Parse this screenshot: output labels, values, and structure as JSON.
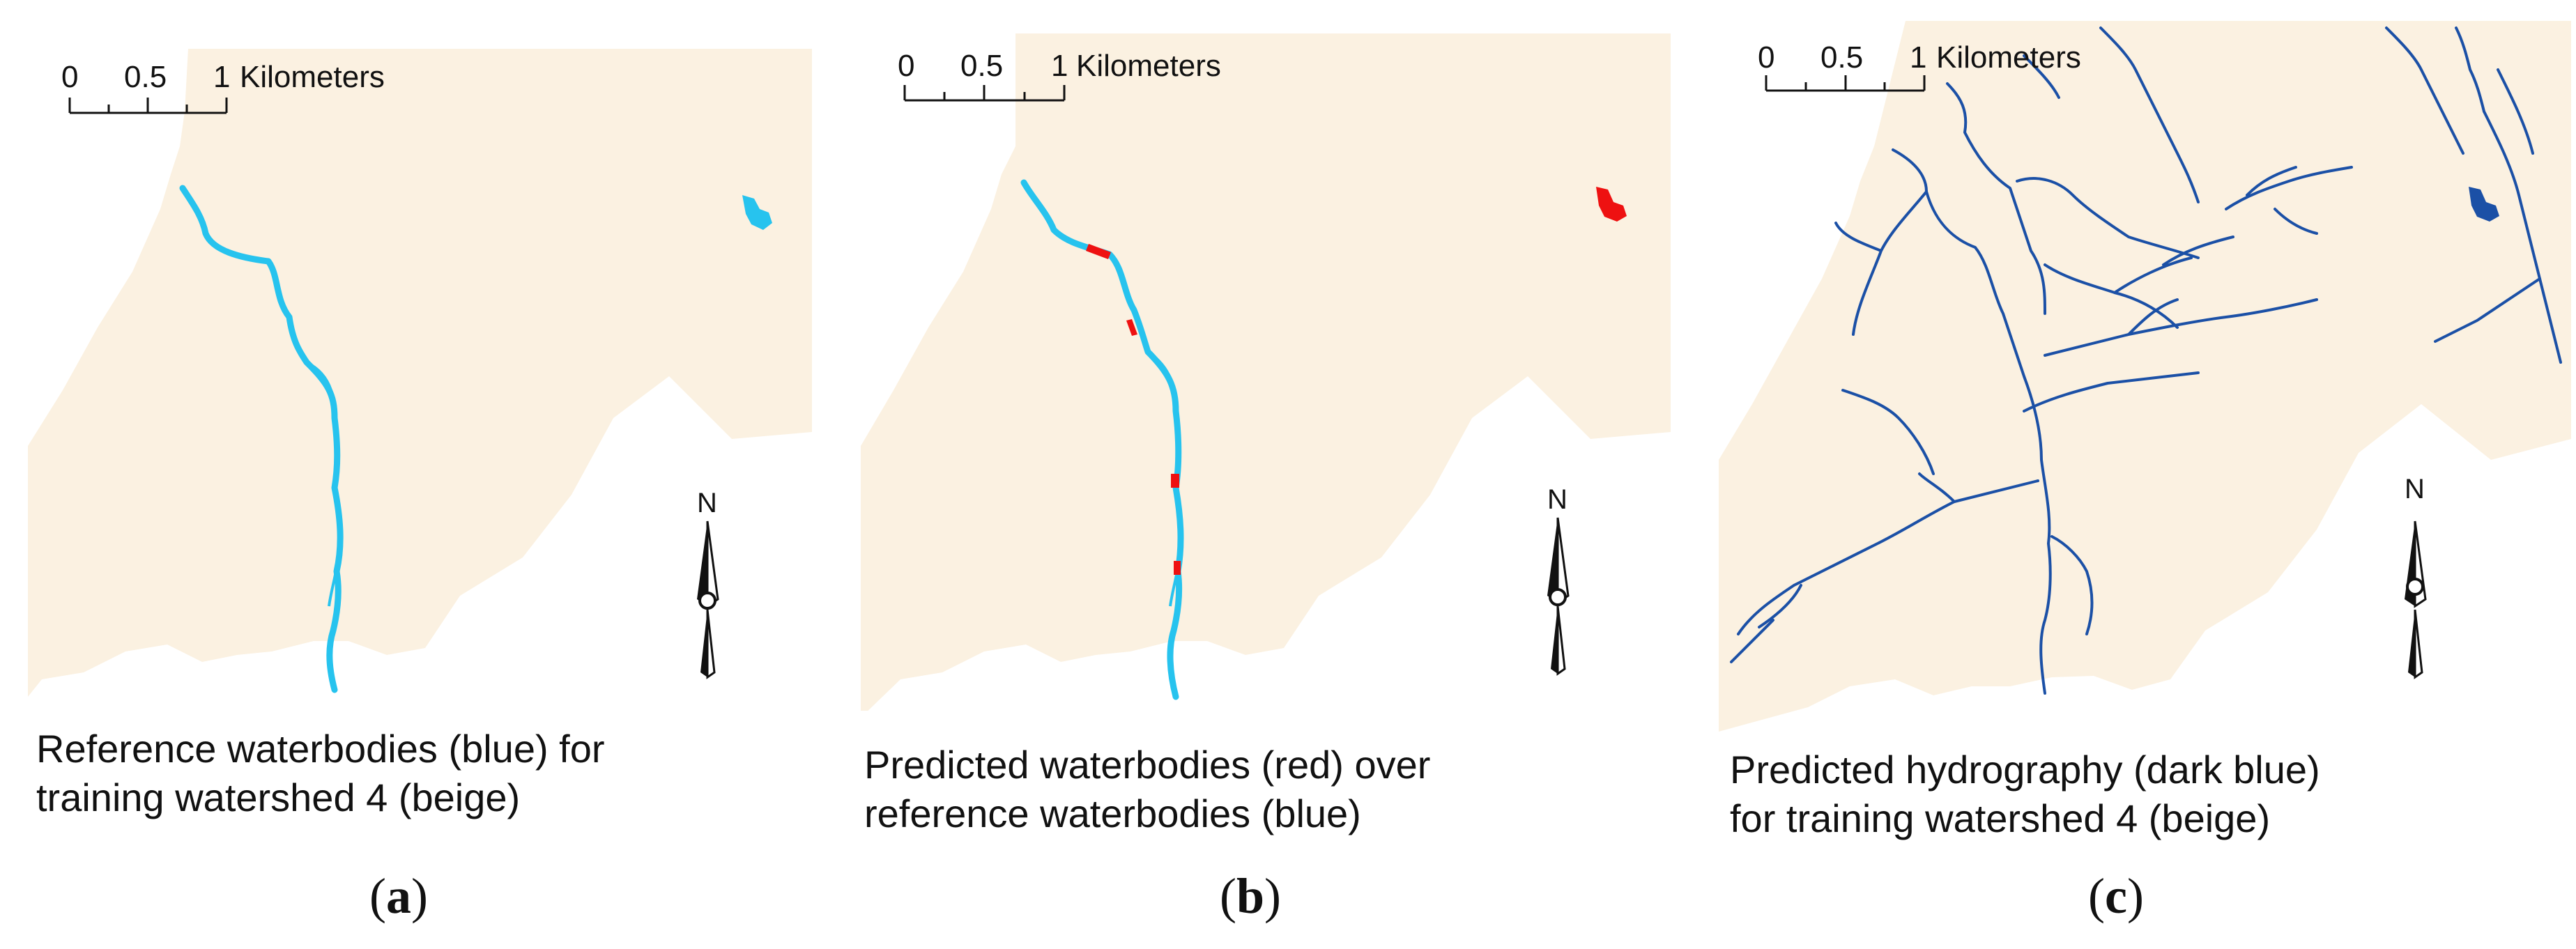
{
  "colors": {
    "watershed": "#fbf1e1",
    "reference_water": "#27c3ee",
    "predicted_water": "#ee1111",
    "hydrography": "#1b50a6",
    "ink": "#111111"
  },
  "scale_bar": {
    "ticks": [
      "0",
      "0.5",
      "1"
    ],
    "unit": "Kilometers"
  },
  "north_arrow": {
    "letter": "N"
  },
  "panels": [
    {
      "id": "a",
      "label": "a",
      "caption": [
        "Reference waterbodies (blue) for",
        "training watershed 4 (beige)"
      ]
    },
    {
      "id": "b",
      "label": "b",
      "caption": [
        "Predicted waterbodies (red) over",
        "reference waterbodies (blue)"
      ]
    },
    {
      "id": "c",
      "label": "c",
      "caption": [
        "Predicted hydrography (dark blue)",
        "for training watershed 4 (beige)"
      ]
    }
  ]
}
